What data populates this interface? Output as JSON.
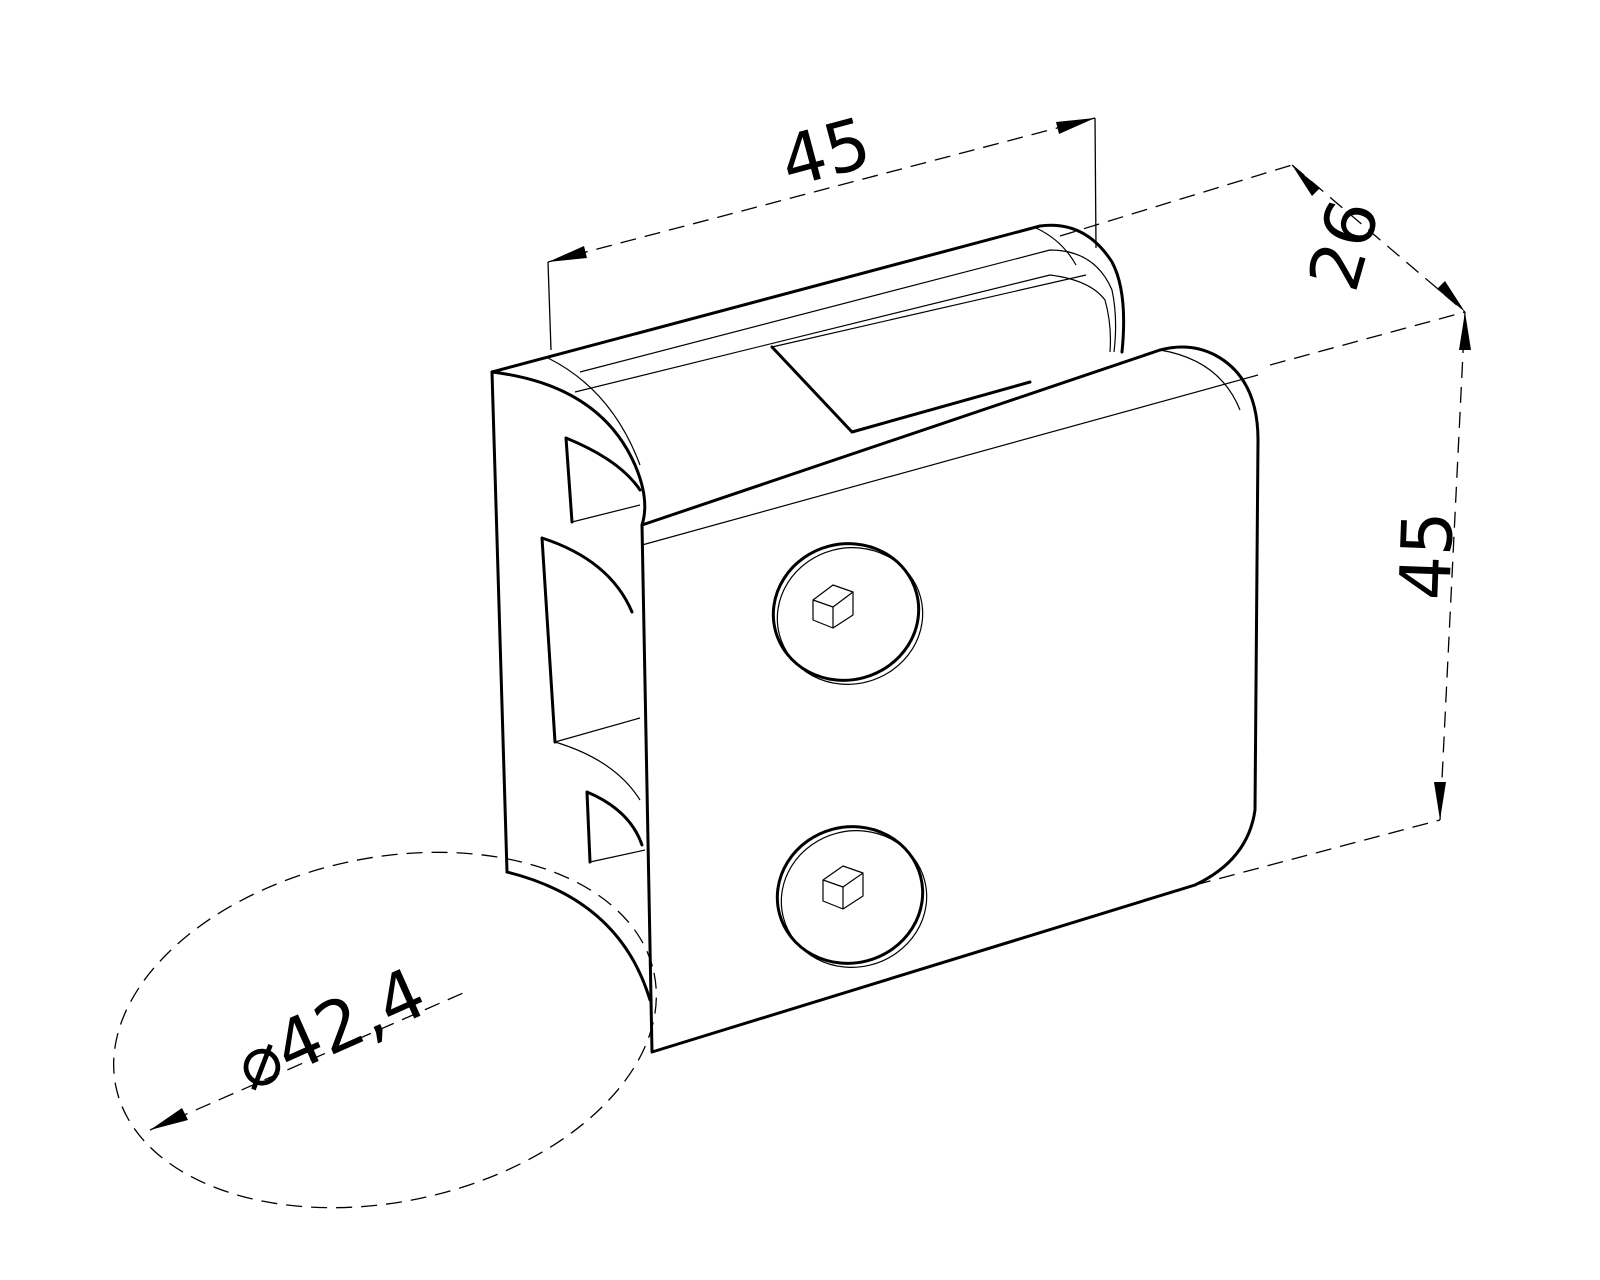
{
  "dimensions": {
    "width_top": "45",
    "depth": "26",
    "height": "45",
    "pipe_diameter": "⌀42,4"
  }
}
